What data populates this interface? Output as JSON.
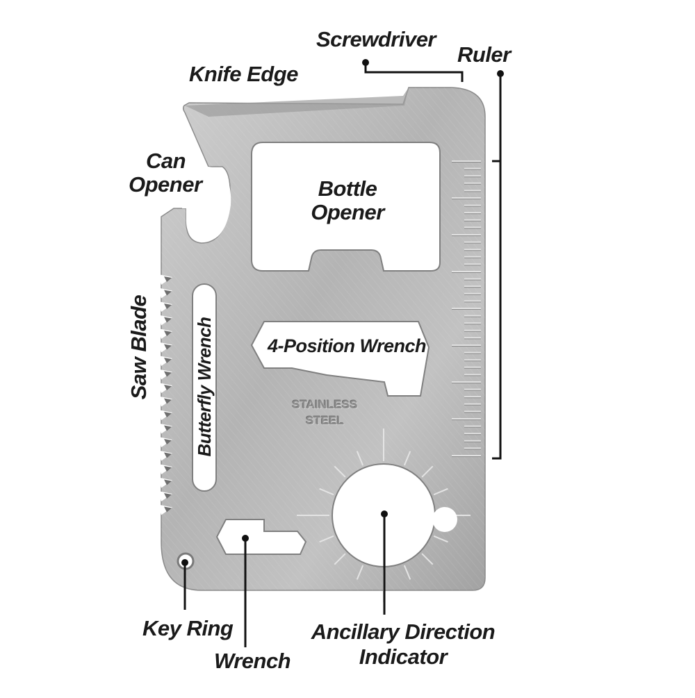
{
  "diagram": {
    "subject": "Credit-card multi-tool",
    "colors": {
      "steel_light": "#c9c9c9",
      "steel_mid": "#a8a8a8",
      "steel_dark": "#8a8a8a",
      "cutout": "#ffffff",
      "label_text": "#1a1a1a",
      "leader_line": "#111111"
    },
    "labels": {
      "screwdriver": "Screwdriver",
      "ruler": "Ruler",
      "knife_edge": "Knife Edge",
      "can_opener_line1": "Can",
      "can_opener_line2": "Opener",
      "bottle_opener_line1": "Bottle",
      "bottle_opener_line2": "Opener",
      "saw_blade": "Saw Blade",
      "butterfly_wrench": "Butterfly Wrench",
      "four_position_wrench": "4-Position Wrench",
      "key_ring": "Key Ring",
      "wrench": "Wrench",
      "direction_indicator_line1": "Ancillary Direction",
      "direction_indicator_line2": "Indicator"
    },
    "stamp": {
      "line1": "STAINLESS",
      "line2": "STEEL"
    }
  }
}
